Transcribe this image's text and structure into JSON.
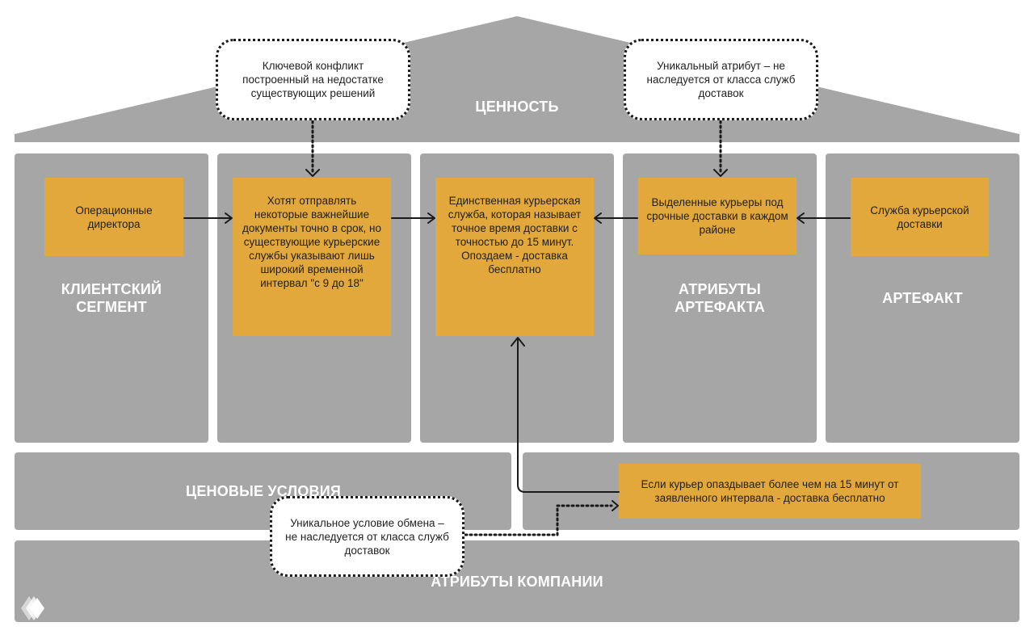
{
  "roof": {
    "title": "ЦЕННОСТЬ"
  },
  "columns": [
    {
      "title": "КЛИЕНТСКИЙ СЕГМЕНТ",
      "box": "Операционные директора"
    },
    {
      "title": "",
      "box": "Хотят отправлять некоторые важнейшие документы точно в срок, но существующие курьерские службы указывают лишь широкий временной интервал \"с 9 до 18\""
    },
    {
      "title": "",
      "box": "Единственная курьерская служба, которая называет точное время доставки с точностью до 15 минут. Опоздаем - доставка бесплатно"
    },
    {
      "title": "АТРИБУТЫ АРТЕФАКТА",
      "box": "Выделенные курьеры под срочные доставки в каждом районе"
    },
    {
      "title": "АРТЕФАКТ",
      "box": "Служба курьерской доставки"
    }
  ],
  "callouts": {
    "conflict": "Ключевой конфликт построенный на недостатке существующих решений",
    "unique_attribute": "Уникальный атрибут – не наследуется от класса служб доставок",
    "unique_condition": "Уникальное условие обмена – не наследуется от класса служб доставок"
  },
  "price": {
    "title": "ЦЕНОВЫЕ УСЛОВИЯ",
    "box": "Если курьер опаздывает более чем на 15 минут от заявленного интервала - доставка бесплатно"
  },
  "company": {
    "title": "АТРИБУТЫ КОМПАНИИ"
  },
  "colors": {
    "panel": "#a6a6a6",
    "box": "#e3a83b",
    "arrow": "#1a1a1a"
  }
}
